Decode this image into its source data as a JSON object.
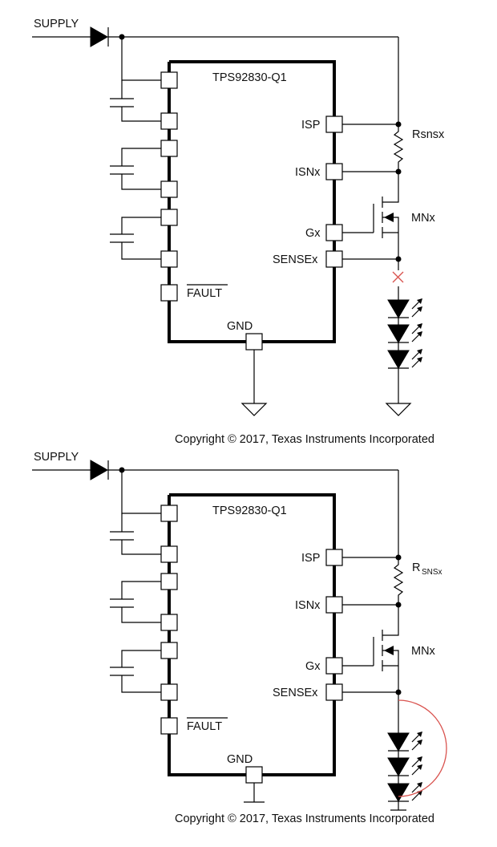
{
  "diagrams": [
    {
      "id": "open-fault",
      "supply_label": "SUPPLY",
      "ic_name": "TPS92830-Q1",
      "pins": {
        "isp": "ISP",
        "isn": "ISNx",
        "gate": "Gx",
        "sense": "SENSEx",
        "fault": "FAULT",
        "gnd": "GND"
      },
      "resistor_label": "Rsnsx",
      "resistor_sub": "",
      "mosfet_label": "MNx",
      "led_count": 3,
      "fault_marker": "open-circuit (red X)",
      "ground_symbols": "triangle",
      "copyright": "Copyright © 2017, Texas Instruments Incorporated"
    },
    {
      "id": "short-fault",
      "supply_label": "SUPPLY",
      "ic_name": "TPS92830-Q1",
      "pins": {
        "isp": "ISP",
        "isn": "ISNx",
        "gate": "Gx",
        "sense": "SENSEx",
        "fault": "FAULT",
        "gnd": "GND"
      },
      "resistor_label": "R",
      "resistor_sub": "SNSx",
      "mosfet_label": "MNx",
      "led_count": 3,
      "fault_marker": "short-circuit (red arc)",
      "ground_symbols": "bar",
      "copyright": "Copyright © 2017, Texas Instruments Incorporated"
    }
  ],
  "colors": {
    "wire": "#000000",
    "fault_marker": "#d9534f",
    "background": "#ffffff"
  }
}
